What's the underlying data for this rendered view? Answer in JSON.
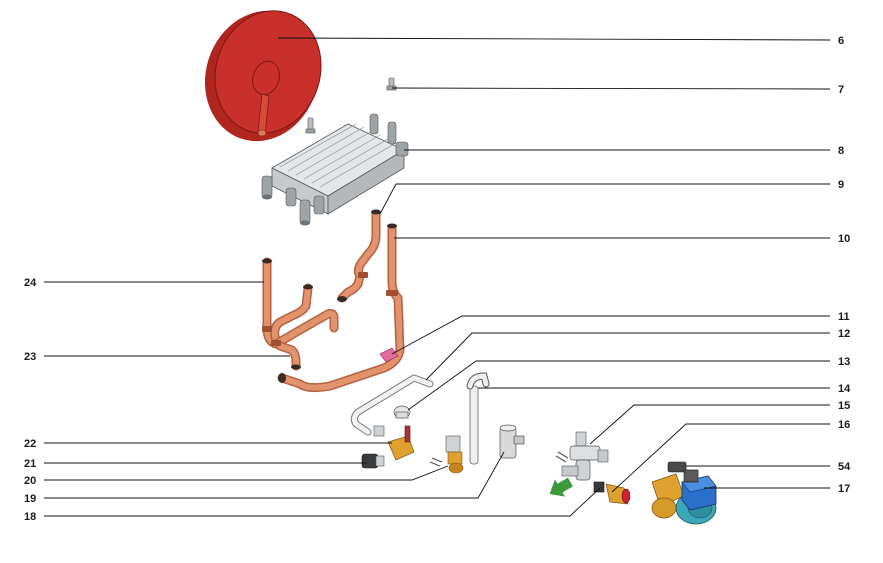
{
  "labels": [
    {
      "id": "6",
      "text": "6"
    },
    {
      "id": "7",
      "text": "7"
    },
    {
      "id": "8",
      "text": "8"
    },
    {
      "id": "9",
      "text": "9"
    },
    {
      "id": "10",
      "text": "10"
    },
    {
      "id": "11",
      "text": "11"
    },
    {
      "id": "12",
      "text": "12"
    },
    {
      "id": "13",
      "text": "13"
    },
    {
      "id": "14",
      "text": "14"
    },
    {
      "id": "15",
      "text": "15"
    },
    {
      "id": "16",
      "text": "16"
    },
    {
      "id": "54",
      "text": "54"
    },
    {
      "id": "17",
      "text": "17"
    },
    {
      "id": "24",
      "text": "24"
    },
    {
      "id": "23",
      "text": "23"
    },
    {
      "id": "22",
      "text": "22"
    },
    {
      "id": "21",
      "text": "21"
    },
    {
      "id": "20",
      "text": "20"
    },
    {
      "id": "19",
      "text": "19"
    },
    {
      "id": "18",
      "text": "18"
    }
  ],
  "colors": {
    "expansion_vessel": "#c8302c",
    "copper_pipe": "#e3926e",
    "copper_dark": "#b5603f",
    "metal_grey": "#cfd3d6",
    "brass": "#e0a030",
    "pump_blue": "#2a6fc9",
    "pump_teal": "#3aa8b8",
    "green_arrow": "#3c9a3c",
    "leader_line": "#111111"
  }
}
